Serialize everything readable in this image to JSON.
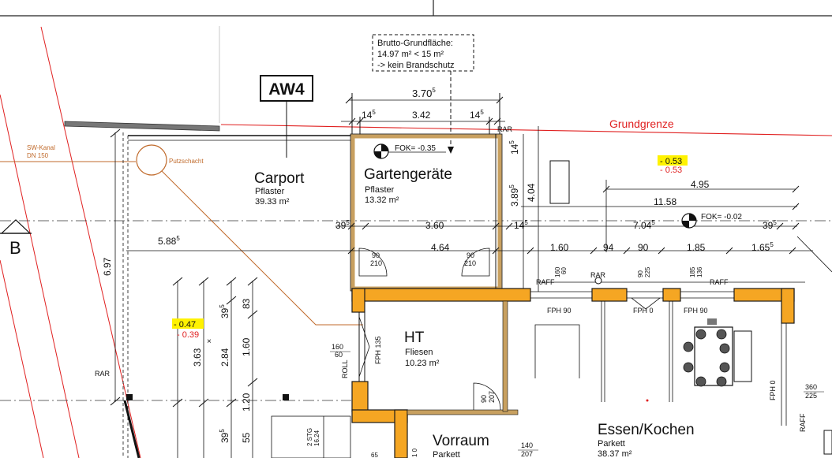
{
  "title_block": {
    "label": "AW4"
  },
  "gross_area_note": {
    "line1": "Brutto-Grundfläche:",
    "line2": "14.97 m² < 15 m²",
    "line3": "-> kein Brandschutz"
  },
  "boundary": {
    "label": "Grundgrenze",
    "color": "#e02020"
  },
  "section_marker": {
    "label": "B"
  },
  "sewer": {
    "line1": "SW-Kanal",
    "line2": "DN 150",
    "shaft_label": "Putzschacht",
    "color": "#c06a2b"
  },
  "rooms": {
    "carport": {
      "name": "Carport",
      "material": "Pflaster",
      "area": "39.33 m²"
    },
    "garden": {
      "name": "Gartengeräte",
      "material": "Pflaster",
      "area": "13.32 m²"
    },
    "ht": {
      "name": "HT",
      "material": "Fliesen",
      "area": "10.23 m²"
    },
    "vorraum": {
      "name": "Vorraum",
      "material": "Parkett"
    },
    "kitchen": {
      "name": "Essen/Kochen",
      "material": "Parkett",
      "area": "38.37 m²"
    }
  },
  "levels": {
    "fok1": "FOK= -0.35",
    "fok2": "FOK= -0.02",
    "spot1_a": "- 0.53",
    "spot1_b": "- 0.53",
    "spot2_a": "- 0.47",
    "spot2_b": "- 0.39",
    "highlight_color": "#fff200"
  },
  "top_dims": {
    "overall": {
      "main": "3.70",
      "sup": "5"
    },
    "left": {
      "main": "14",
      "sup": "5"
    },
    "mid": "3.42",
    "right": {
      "main": "14",
      "sup": "5"
    },
    "rar": "RAR"
  },
  "vertical_dims": {
    "d1": "14",
    "d1s": "5",
    "d2": "3.89",
    "d2s": "5",
    "d3": "4.04",
    "left_total": "6.97",
    "c1": "3.63",
    "c2": "2.84",
    "c3": "1.60",
    "c4": "83",
    "c5": "39",
    "c5s": "5",
    "c6": "1.20",
    "c7": "55",
    "c8": "39",
    "c8s": "5"
  },
  "right_dims": {
    "d495": "4.95",
    "d1158": "11.58",
    "d704": "7.04",
    "d704s": "5",
    "d39": "39",
    "d39s": "5"
  },
  "row_dims": {
    "d588": "5.88",
    "d588s": "5",
    "d39": "39",
    "d39s": "5",
    "d360": "3.60",
    "d14": "14",
    "d14s": "5",
    "d464": "4.64",
    "d160": "1.60",
    "d94": "94",
    "d90": "90",
    "d185": "1.85",
    "d165": "1.65",
    "d165s": "5"
  },
  "doors": {
    "door1_top": "90",
    "door1_bot": "210",
    "door2_top": "90",
    "door2_bot": "210",
    "door3_top": "90",
    "door3_bot": "207",
    "door4_top": "140",
    "door4_bot": "207"
  },
  "window_labels": {
    "raff1": "RAFF",
    "raff2": "RAFF",
    "raff3": "RAFF",
    "rar_left": "RAR",
    "rar_mid": "RAR",
    "fph1": "FPH 90",
    "fph2": "FPH 0",
    "fph3": "FPH 90",
    "fph4": "FPH 0",
    "roll": "ROLL",
    "fph135": "FPH 135",
    "w160": "160",
    "w60": "60",
    "w160b": "160",
    "w60b": "60",
    "w90": "90",
    "w225": "225",
    "w185": "185",
    "w136": "136",
    "w360": "360",
    "w225b": "225",
    "stg1": "2 STG",
    "stg2": "16.24",
    "d65": "65",
    "d10": "1 0"
  },
  "colors": {
    "wall_fill": "#f5a623",
    "wall_stroke": "#1a1a1a",
    "wood": "#c8a060"
  }
}
